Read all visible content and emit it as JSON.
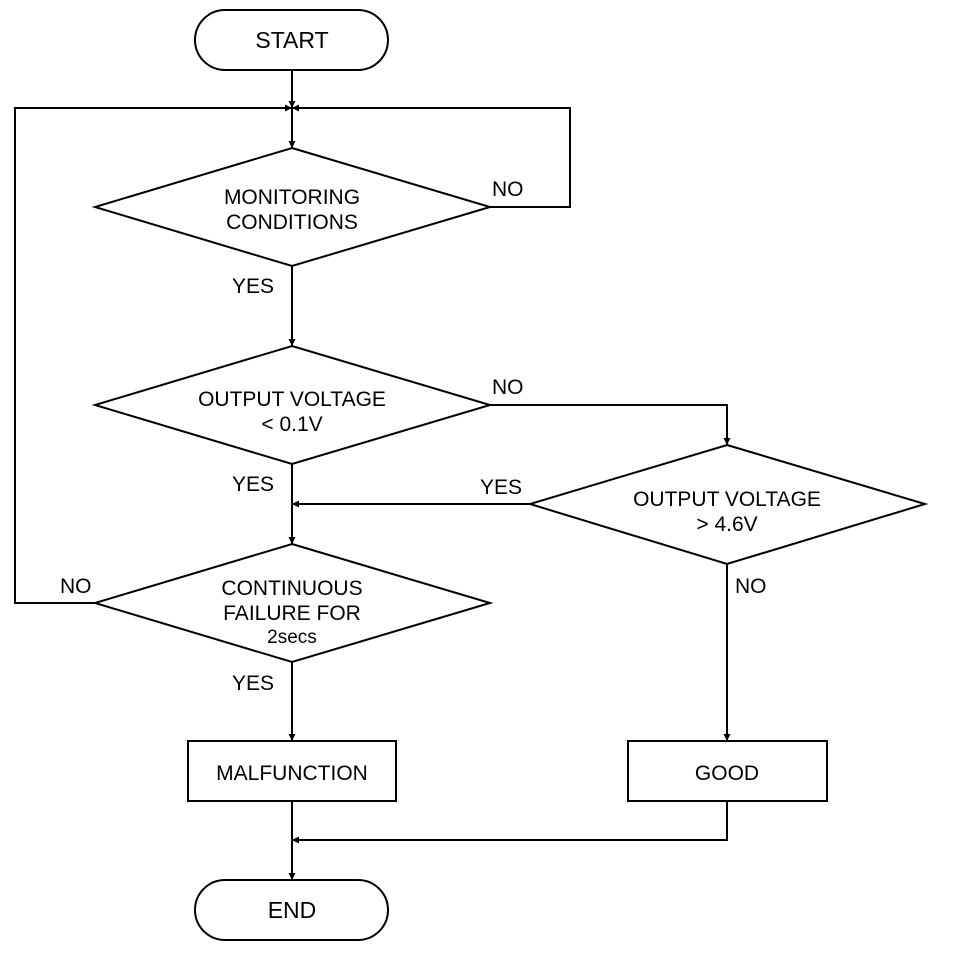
{
  "nodes": {
    "start": {
      "label": "START"
    },
    "monitoring": {
      "lines": [
        "MONITORING",
        "CONDITIONS"
      ]
    },
    "output_low": {
      "lines": [
        "OUTPUT VOLTAGE",
        "< 0.1V"
      ]
    },
    "output_high": {
      "lines": [
        "OUTPUT VOLTAGE",
        "> 4.6V"
      ]
    },
    "continuous": {
      "lines": [
        "CONTINUOUS",
        "FAILURE FOR",
        "2secs"
      ]
    },
    "malfunction": {
      "label": "MALFUNCTION"
    },
    "good": {
      "label": "GOOD"
    },
    "end": {
      "label": "END"
    }
  },
  "edge_labels": {
    "monitoring_no": "NO",
    "monitoring_yes": "YES",
    "output_low_no": "NO",
    "output_low_yes": "YES",
    "output_high_yes": "YES",
    "output_high_no": "NO",
    "continuous_no": "NO",
    "continuous_yes": "YES"
  }
}
